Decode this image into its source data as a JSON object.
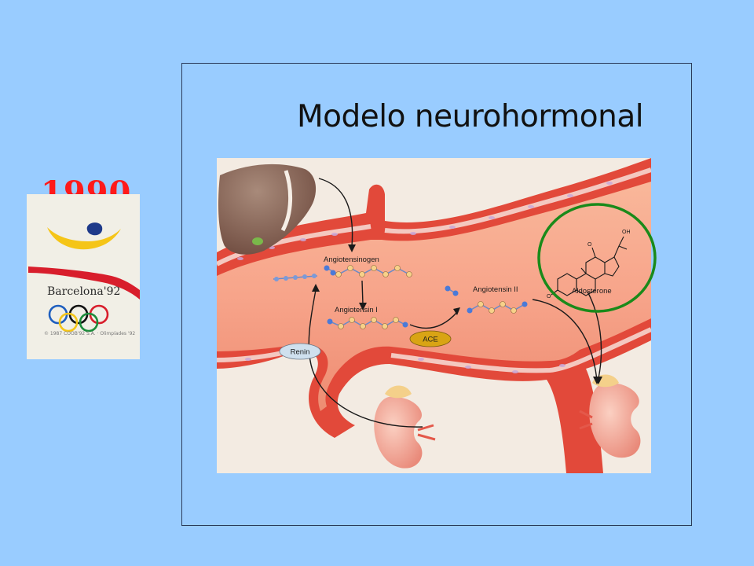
{
  "slide": {
    "title": "Modelo neurohormonal",
    "year": "1990"
  },
  "poster": {
    "city_label": "Barcelona'92",
    "credit": "© 1987 COOB'92 S.A. · Olimpíades '92",
    "colors": {
      "blue": "#1e3a8a",
      "yellow": "#f5c518",
      "red": "#d81e2c"
    }
  },
  "diagram": {
    "labels": {
      "angiotensinogen": "Angiotensinogen",
      "angiotensin_1": "Angiotensin I",
      "angiotensin_2": "Angiotensin II",
      "ace": "ACE",
      "renin": "Renin",
      "aldosterone": "Aldosterone",
      "oh": "OH",
      "o_left": "O",
      "o_top": "O"
    },
    "highlight_color": "#1a8a1a"
  }
}
